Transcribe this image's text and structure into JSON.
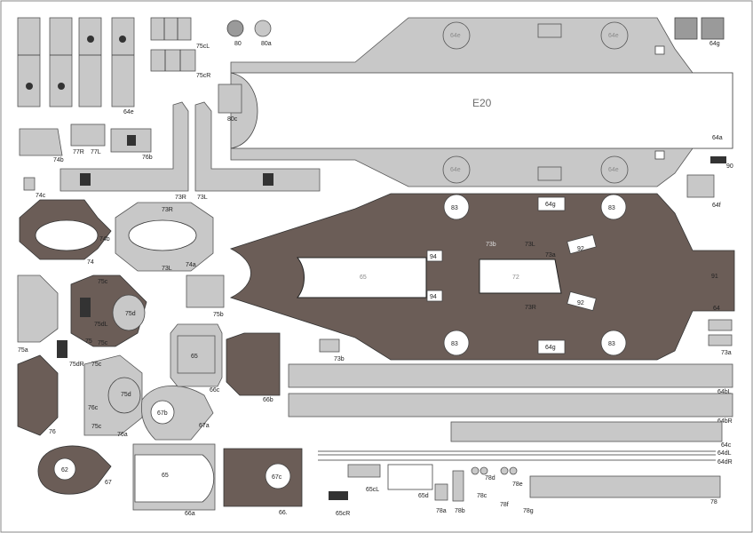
{
  "sheet": {
    "main_deck_label": "E20",
    "labels": {
      "p80": "80",
      "p80a": "80a",
      "p75cL": "75cL",
      "p75cR": "75cR",
      "p64g": "64g",
      "p64e": "64e",
      "p80c": "80c",
      "p64a": "64a",
      "p74b": "74b",
      "p77R": "77R",
      "p77L": "77L",
      "p76b": "76b",
      "p73R": "73R",
      "p73L": "73L",
      "p74c": "74c",
      "p90": "90",
      "p64f": "64f",
      "p74": "74",
      "p74a": "74a",
      "p75b": "75b",
      "p75c": "75c",
      "p75d": "75d",
      "p75dL": "75dL",
      "p75dR": "75dR",
      "p75a": "75a",
      "p75": "75",
      "p83": "83",
      "p92": "92",
      "p94": "94",
      "p65": "65",
      "p72": "72",
      "p73b": "73b",
      "p73a": "73a",
      "p64": "64",
      "p76c": "76c",
      "p76a": "76a",
      "p76": "76",
      "p67b": "67b",
      "p67a": "67a",
      "p66c": "66c",
      "p66b": "66b",
      "p64bL": "64bL",
      "p64bR": "64bR",
      "p64c": "64c",
      "p64dL": "64dL",
      "p64dR": "64dR",
      "p62": "62",
      "p67": "67",
      "p66a": "66a",
      "p66": "66.",
      "p67c": "67c",
      "p65cL": "65cL",
      "p65cR": "65cR",
      "p65d": "65d",
      "p78a": "78a",
      "p78b": "78b",
      "p78c": "78c",
      "p78d": "78d",
      "p78e": "78e",
      "p78f": "78f",
      "p78g": "78g",
      "p78": "78",
      "p91": "91"
    }
  }
}
